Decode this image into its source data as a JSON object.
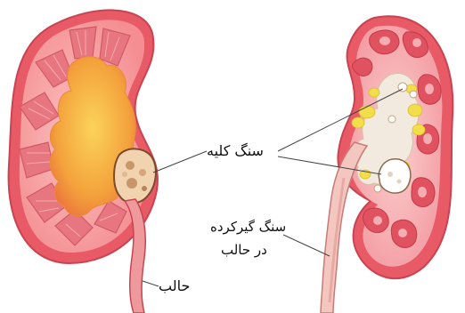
{
  "labels": {
    "kidney_stone": "سنگ کلیه",
    "lodged_stone_line1": "سنگ گیرکرده",
    "lodged_stone_line2": "در حالب",
    "ureter": "حالب"
  },
  "colors": {
    "cortex_outer": "#e85a66",
    "cortex_inner": "#f7a3a6",
    "pyramid": "#e0707a",
    "pelvis_orange": "#f4a23c",
    "pelvis_yellow": "#fbd35a",
    "stone": "#f1d3b0",
    "stone_dark": "#c9966a",
    "pelvis_right": "#f3eadf",
    "fat_yellow": "#f2dd4a",
    "leader_line": "#555555"
  },
  "icons": [
    "left-kidney-illustration",
    "right-kidney-illustration",
    "kidney-stone-icon",
    "lodged-stone-icon"
  ]
}
